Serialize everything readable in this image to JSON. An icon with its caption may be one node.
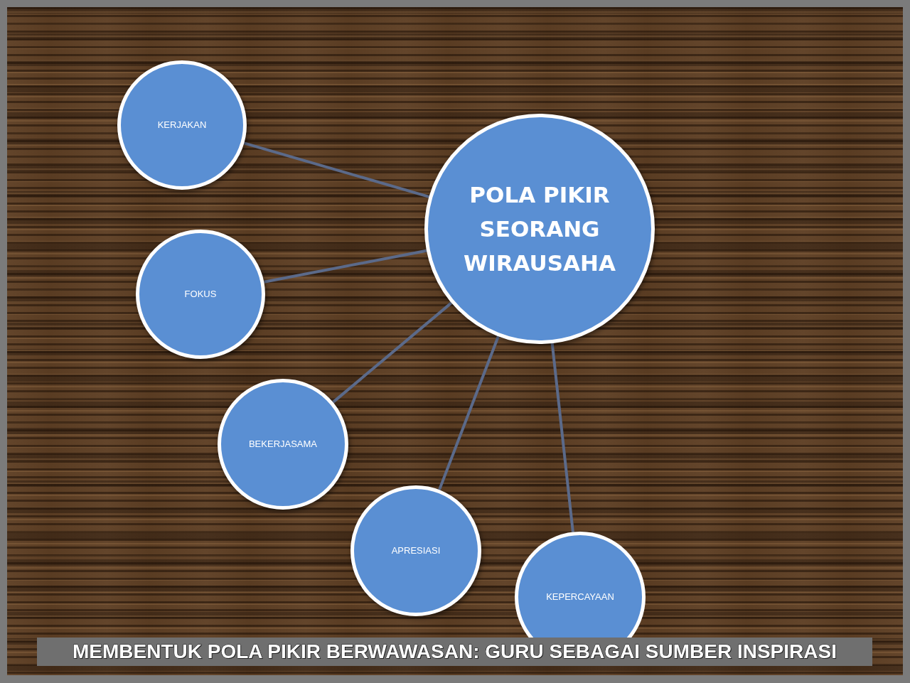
{
  "diagram": {
    "caption": "MEMBENTUK POLA PIKIR BERWAWASAN: GURU SEBAGAI SUMBER INSPIRASI",
    "nodes": [
      {
        "text": [
          "POLA PIKIR SEORANG WIRAUSAHA"
        ]
      },
      {
        "text": [
          "KERJAKAN"
        ]
      },
      {
        "text": [
          "FOKUS"
        ]
      },
      {
        "text": [
          "BEKERJASAMA"
        ]
      },
      {
        "text": [
          "APRESIASI"
        ]
      },
      {
        "text": [
          "KEPERCAYAAN"
        ]
      }
    ],
    "edges": [
      {
        "from": 1,
        "to": 0,
        "arrow": "none"
      },
      {
        "from": 2,
        "to": 0,
        "arrow": "none"
      },
      {
        "from": 3,
        "to": 0,
        "arrow": "none"
      },
      {
        "from": 4,
        "to": 0,
        "arrow": "none"
      },
      {
        "from": 5,
        "to": 0,
        "arrow": "none"
      }
    ]
  }
}
